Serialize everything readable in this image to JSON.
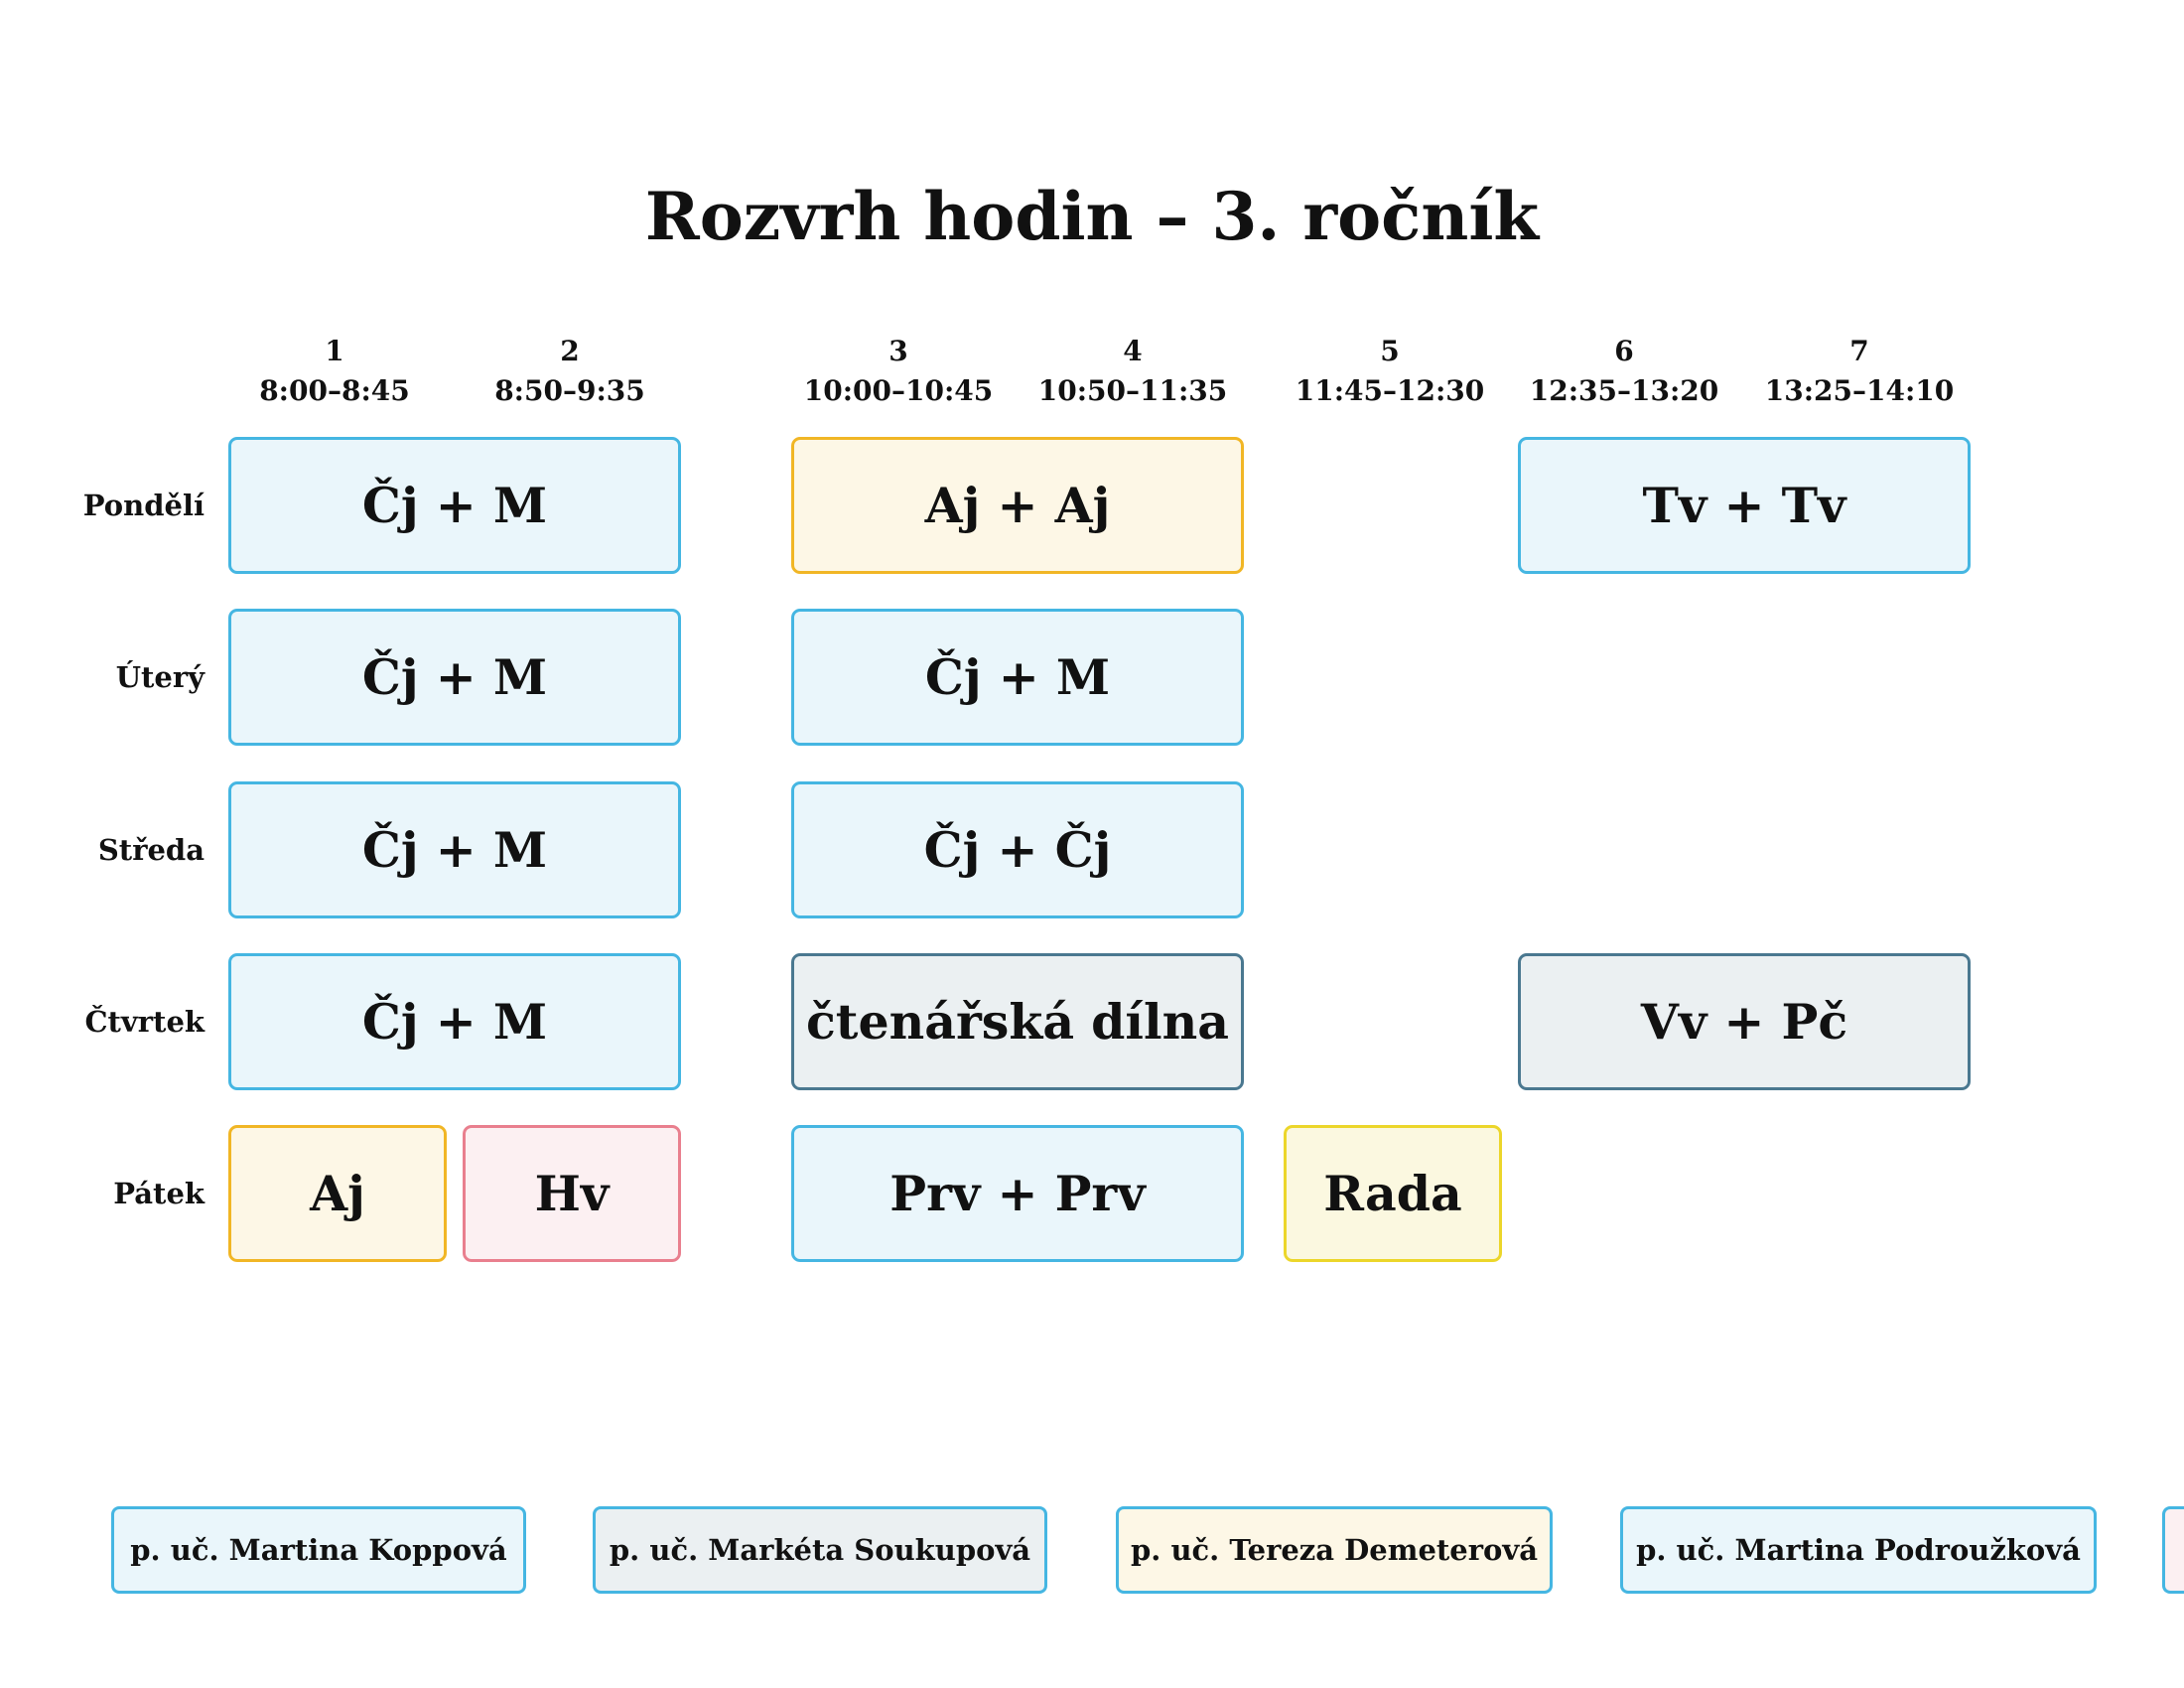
{
  "title": "Rozvrh hodin – 3. ročník",
  "periods": [
    {
      "number": "1",
      "time": "8:00–8:45"
    },
    {
      "number": "2",
      "time": "8:50–9:35"
    },
    {
      "number": "3",
      "time": "10:00–10:45"
    },
    {
      "number": "4",
      "time": "10:50–11:35"
    },
    {
      "number": "5",
      "time": "11:45–12:30"
    },
    {
      "number": "6",
      "time": "12:35–13:20"
    },
    {
      "number": "7",
      "time": "13:25–14:10"
    }
  ],
  "days": [
    "Pondělí",
    "Úterý",
    "Středa",
    "Čtvrtek",
    "Pátek"
  ],
  "lessons": [
    {
      "day": "Pondělí",
      "periods": "1–2",
      "label": "Čj + M",
      "color": "#45b6e2"
    },
    {
      "day": "Pondělí",
      "periods": "3–4",
      "label": "Aj + Aj",
      "color": "#f1b625"
    },
    {
      "day": "Pondělí",
      "periods": "6–7",
      "label": "Tv + Tv",
      "color": "#45b6e2"
    },
    {
      "day": "Úterý",
      "periods": "1–2",
      "label": "Čj + M",
      "color": "#45b6e2"
    },
    {
      "day": "Úterý",
      "periods": "3–4",
      "label": "Čj + M",
      "color": "#45b6e2"
    },
    {
      "day": "Středa",
      "periods": "1–2",
      "label": "Čj + M",
      "color": "#45b6e2"
    },
    {
      "day": "Středa",
      "periods": "3–4",
      "label": "Čj + Čj",
      "color": "#45b6e2"
    },
    {
      "day": "Čtvrtek",
      "periods": "1–2",
      "label": "Čj + M",
      "color": "#45b6e2"
    },
    {
      "day": "Čtvrtek",
      "periods": "3–4",
      "label": "čtenářská dílna",
      "color": "#4a7890"
    },
    {
      "day": "Čtvrtek",
      "periods": "6–7",
      "label": "Vv + Pč",
      "color": "#4a7890"
    },
    {
      "day": "Pátek",
      "periods": "1",
      "label": "Aj",
      "color": "#f1b625"
    },
    {
      "day": "Pátek",
      "periods": "2",
      "label": "Hv",
      "color": "#e97f8e"
    },
    {
      "day": "Pátek",
      "periods": "3–4",
      "label": "Prv + Prv",
      "color": "#45b6e2"
    },
    {
      "day": "Pátek",
      "periods": "5",
      "label": "Rada",
      "color": "#ecd62a"
    }
  ],
  "teachers": [
    {
      "label": "p. uč. Martina Koppová",
      "color": "#45b6e2"
    },
    {
      "label": "p. uč. Markéta Soukupová",
      "color": "#4a7890"
    },
    {
      "label": "p. uč. Tereza Demeterová",
      "color": "#f1b625"
    },
    {
      "label": "p. uč. Martina Podroužková",
      "color": "#45b6e2"
    }
  ]
}
